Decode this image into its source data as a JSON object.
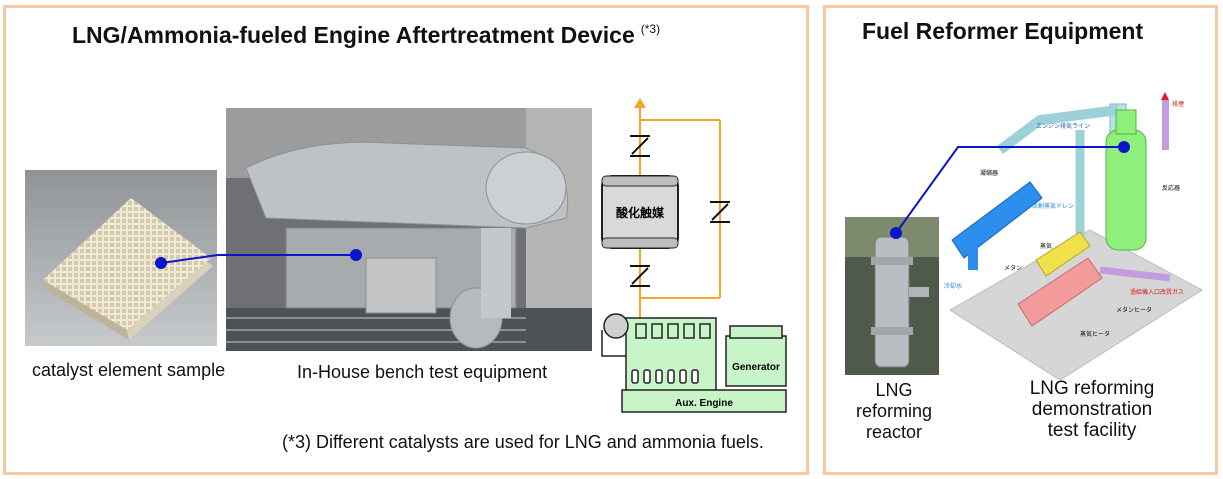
{
  "left": {
    "title": "LNG/Ammonia-fueled Engine Aftertreatment Device",
    "title_note": "(*3)",
    "caption_catalyst": "catalyst element sample",
    "caption_bench": "In-House bench test equipment",
    "footnote": "(*3) Different catalysts are used for LNG and ammonia fuels.",
    "schematic": {
      "catalyst_label": "酸化触媒",
      "generator_label": "Generator",
      "engine_label": "Aux. Engine"
    }
  },
  "right": {
    "title": "Fuel Reformer Equipment",
    "caption_reactor": "LNG\nreforming\nreactor",
    "caption_facility": "LNG reforming\ndemonstration\ntest facility",
    "facility_labels": {
      "exhaust": "排煙",
      "engine_exhaust_line": "エンジン排気ライン",
      "condenser": "凝縮器",
      "reactor": "反応器",
      "drain": "余剰蒸気ドレン",
      "steam": "蒸気",
      "methane": "メタン",
      "cooling_water": "冷却水",
      "methane_heater": "メタンヒータ",
      "reformed_gas": "過給機入口改質ガス",
      "steam_heater": "蒸気ヒータ"
    }
  },
  "colors": {
    "panel_border": "#f3c9a2",
    "pointer_line": "#0b16c8",
    "schematic_line": "#f5a623",
    "engine_fill": "#c8f5c8"
  }
}
